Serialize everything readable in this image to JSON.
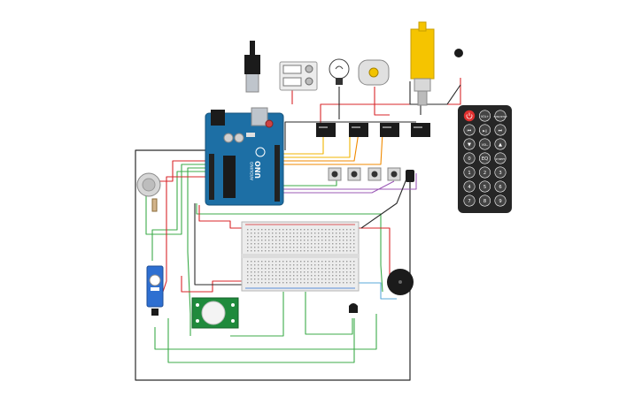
{
  "arduino": {
    "board_label": "UNO",
    "brand_label": "ARDUINO",
    "on_label": "ON"
  },
  "ir_remote": {
    "keys": [
      [
        "",
        "VOL+",
        "FUNC/STOP"
      ],
      [
        "⏮",
        "▶︎||",
        "⏭"
      ],
      [
        "▼",
        "VOL-",
        "▲"
      ],
      [
        "0",
        "EQ",
        "ST/REPT"
      ],
      [
        "1",
        "2",
        "3"
      ],
      [
        "4",
        "5",
        "6"
      ],
      [
        "7",
        "8",
        "9"
      ]
    ]
  },
  "colors": {
    "arduino_blue": "#1d6fa5",
    "wire_red": "#d9262a",
    "wire_black": "#2a2a2a",
    "wire_green": "#3cab4a",
    "wire_yellow": "#f0b400",
    "wire_orange": "#f08a00",
    "wire_purple": "#9b59b6",
    "wire_blue": "#5aa8d8",
    "remote_body": "#262626",
    "pir_board": "#1f8a3c",
    "servo_body": "#2e6fd1",
    "motor_yellow": "#f5c400"
  },
  "icons": {
    "power": "power-icon",
    "prev": "skip-back-icon",
    "play": "play-pause-icon",
    "next": "skip-forward-icon",
    "down": "triangle-down-icon",
    "up": "triangle-up-icon"
  }
}
